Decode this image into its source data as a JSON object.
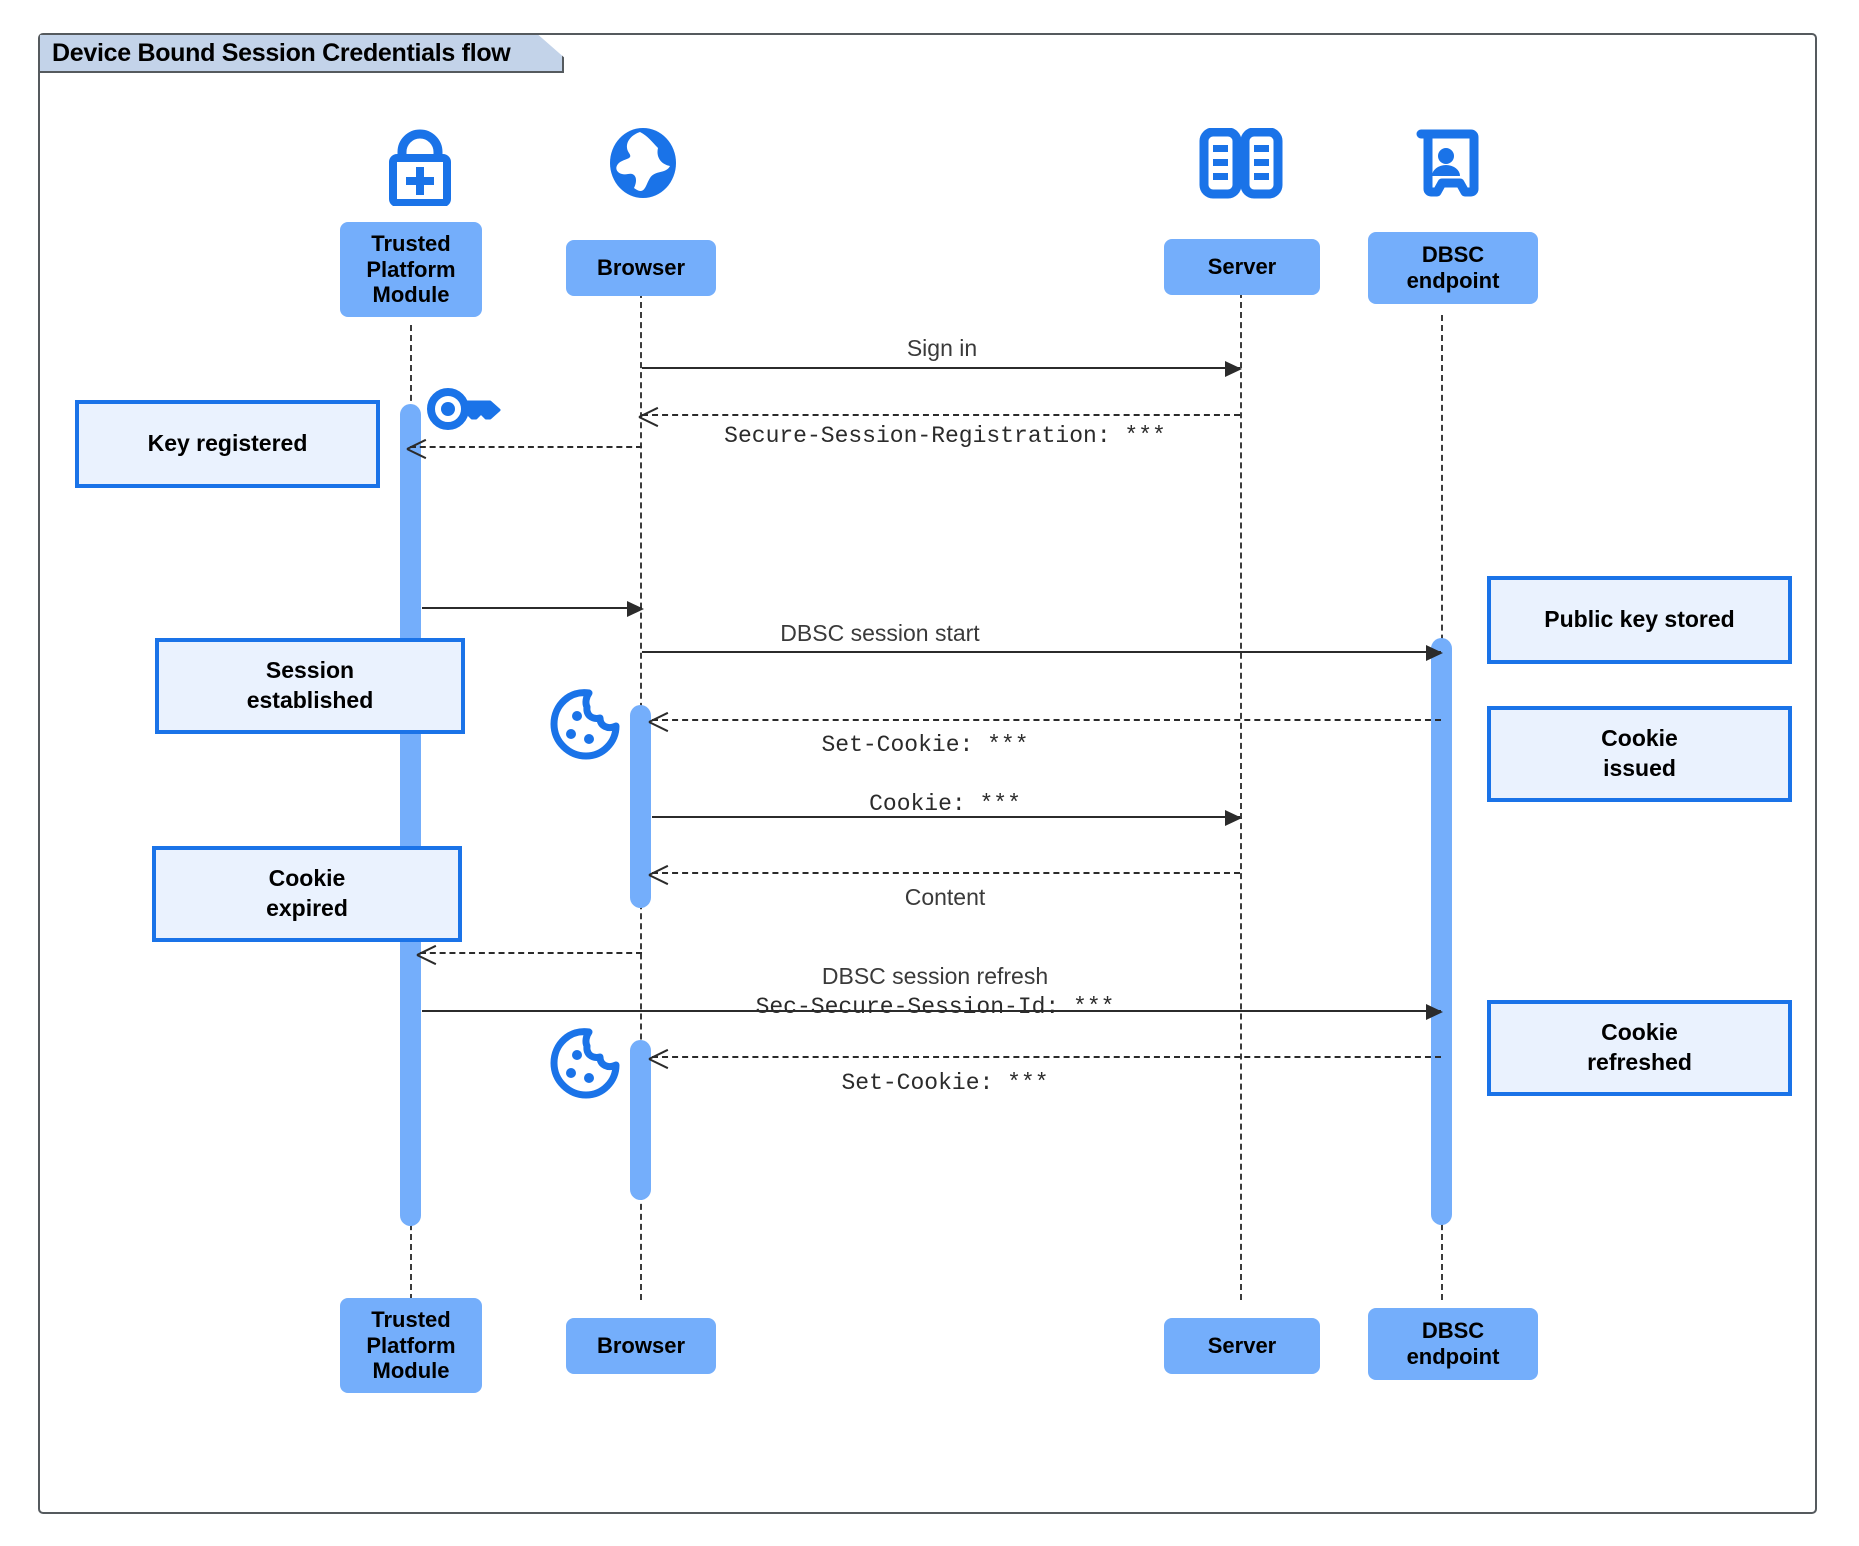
{
  "diagram": {
    "title": "Device Bound Session Credentials flow",
    "type": "uml-sequence-diagram",
    "colors": {
      "participant_fill": "#74aefb",
      "activation_fill": "#74aefb",
      "note_fill": "#eaf2fe",
      "note_border": "#1a73e8",
      "icon_blue": "#1a73e8",
      "frame_border": "#555a5e",
      "title_tab_fill": "#c3d3e9",
      "message_line": "#2b2b2b"
    }
  },
  "participants": [
    {
      "id": "tpm",
      "label": "Trusted\nPlatform\nModule",
      "icon": "lock-plus-icon"
    },
    {
      "id": "browser",
      "label": "Browser",
      "icon": "globe-icon"
    },
    {
      "id": "server",
      "label": "Server",
      "icon": "server-racks-icon"
    },
    {
      "id": "dbsc",
      "label": "DBSC\nendpoint",
      "icon": "id-badge-icon"
    }
  ],
  "participants_top": [
    {
      "label_line1": "Trusted",
      "label_line2": "Platform",
      "label_line3": "Module"
    },
    {
      "label_line1": "Browser"
    },
    {
      "label_line1": "Server"
    },
    {
      "label_line1": "DBSC",
      "label_line2": "endpoint"
    }
  ],
  "participants_bottom": [
    {
      "label_line1": "Trusted",
      "label_line2": "Platform",
      "label_line3": "Module"
    },
    {
      "label_line1": "Browser"
    },
    {
      "label_line1": "Server"
    },
    {
      "label_line1": "DBSC",
      "label_line2": "endpoint"
    }
  ],
  "messages": [
    {
      "id": "m1",
      "from": "browser",
      "to": "server",
      "label": "Sign in",
      "style": "solid",
      "font": "sans"
    },
    {
      "id": "m2",
      "from": "server",
      "to": "browser",
      "label": "Secure-Session-Registration: ***",
      "style": "dashed",
      "font": "mono"
    },
    {
      "id": "m3",
      "from": "browser",
      "to": "tpm",
      "label": "",
      "style": "dashed",
      "font": "sans"
    },
    {
      "id": "m4",
      "from": "tpm",
      "to": "browser",
      "label": "",
      "style": "solid",
      "font": "sans"
    },
    {
      "id": "m5",
      "from": "browser",
      "to": "dbsc",
      "label": "DBSC session start",
      "style": "solid",
      "font": "sans"
    },
    {
      "id": "m6",
      "from": "dbsc",
      "to": "browser",
      "label": "Set-Cookie: ***",
      "style": "dashed",
      "font": "mono"
    },
    {
      "id": "m7",
      "from": "browser",
      "to": "server",
      "label": "Cookie: ***",
      "style": "solid",
      "font": "mono"
    },
    {
      "id": "m8",
      "from": "server",
      "to": "browser",
      "label": "Content",
      "style": "dashed",
      "font": "sans"
    },
    {
      "id": "m9",
      "from": "browser",
      "to": "tpm",
      "label": "",
      "style": "dashed",
      "font": "sans"
    },
    {
      "id": "m10",
      "from": "tpm",
      "to": "dbsc",
      "label": "DBSC session refresh",
      "label2": "Sec-Secure-Session-Id: ***",
      "style": "solid",
      "font": "sans"
    },
    {
      "id": "m11",
      "from": "dbsc",
      "to": "browser",
      "label": "Set-Cookie: ***",
      "style": "dashed",
      "font": "mono"
    }
  ],
  "notes": [
    {
      "id": "n1",
      "text_line1": "Key registered",
      "side": "left",
      "anchor": "tpm"
    },
    {
      "id": "n2",
      "text_line1": "Session",
      "text_line2": "established",
      "side": "left",
      "anchor": "tpm"
    },
    {
      "id": "n3",
      "text_line1": "Cookie",
      "text_line2": "expired",
      "side": "left",
      "anchor": "tpm"
    },
    {
      "id": "n4",
      "text_line1": "Public key stored",
      "side": "right",
      "anchor": "dbsc"
    },
    {
      "id": "n5",
      "text_line1": "Cookie",
      "text_line2": "issued",
      "side": "right",
      "anchor": "dbsc"
    },
    {
      "id": "n6",
      "text_line1": "Cookie",
      "text_line2": "refreshed",
      "side": "right",
      "anchor": "dbsc"
    }
  ],
  "inline_icons": [
    {
      "id": "key1",
      "name": "key-icon",
      "near": "tpm"
    },
    {
      "id": "cookie1",
      "name": "cookie-icon",
      "near": "browser"
    },
    {
      "id": "cookie2",
      "name": "cookie-icon",
      "near": "browser"
    }
  ]
}
